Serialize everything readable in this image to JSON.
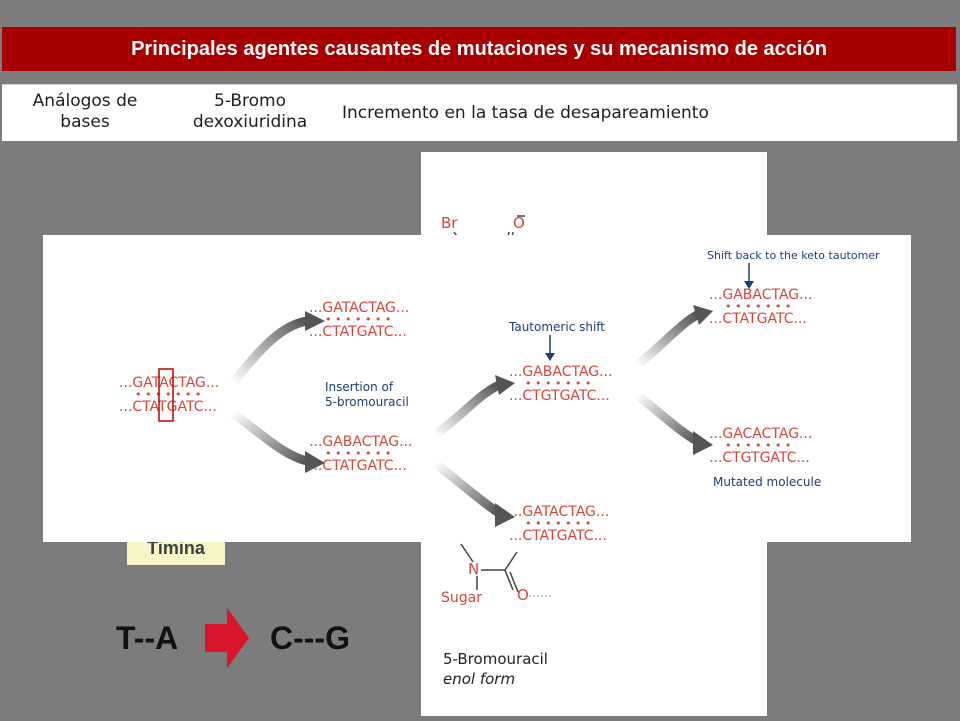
{
  "title": "Principales agentes causantes de mutaciones y su mecanismo de acción",
  "table_row": {
    "agent_class": "Análogos de bases",
    "agent_line1": "Análogos de",
    "agent_line2": "bases",
    "agent_name_line1": "5-Bromo",
    "agent_name_line2": "dexoxiuridina",
    "mechanism": "Incremento en la tasa de desapareamiento"
  },
  "back_figure": {
    "top_labels": [
      "Br",
      "O"
    ],
    "bottom_labels": [
      "N",
      "Sugar"
    ],
    "caption_line1": "5-Bromouracil",
    "caption_line2": "enol form"
  },
  "timina_label": "Timina",
  "diagram": {
    "original": [
      "...GATACTAG...",
      "...CTATGATC..."
    ],
    "insertion_label_1": "Insertion of",
    "insertion_label_2": "5-bromouracil",
    "insertion_strand": [
      "...GABACTAG...",
      "...CTATGATC..."
    ],
    "tautomeric_label": "Tautomeric shift",
    "tautomeric_strand": [
      "...GABACTAG...",
      "...CTGTGATC..."
    ],
    "replica_strand": [
      "...GATACTAG...",
      "...CTATGATC..."
    ],
    "shift_back_label": "Shift back to the keto tautomer",
    "shift_back_strand": [
      "...GABACTAG...",
      "...CTATGATC..."
    ],
    "mutated_strand": [
      "...GACACTAG...",
      "...CTGTGATC..."
    ],
    "mutated_label": "Mutated molecule",
    "colors": {
      "dna": "#d8453b",
      "label": "#1d3e7a",
      "highlight": "#1d3e7a"
    }
  },
  "conversion": {
    "from": "T--A",
    "to": "C---G",
    "arrow_color": "#d8152a"
  }
}
